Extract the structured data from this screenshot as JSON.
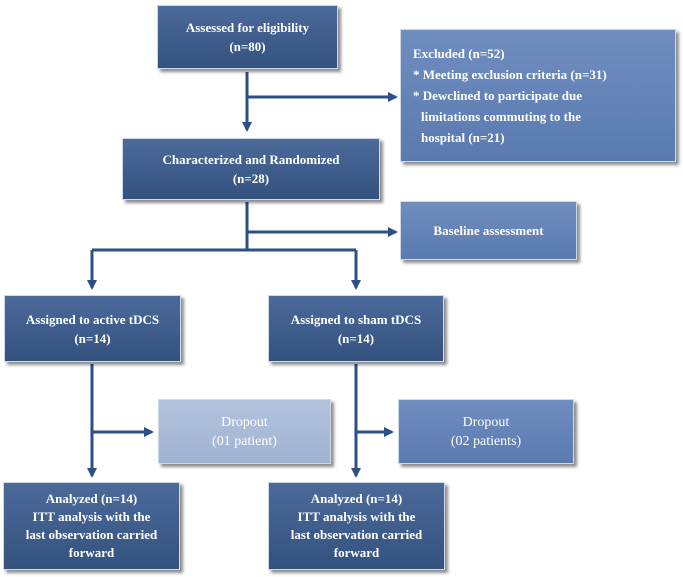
{
  "colors": {
    "box_dark": "#3e5d8d",
    "box_mid": "#6482b8",
    "box_light": "#a9bad7",
    "arrow": "#2c4f86"
  },
  "boxes": {
    "assessed": {
      "line1": "Assessed for eligibility",
      "line2": "(n=80)"
    },
    "excluded": {
      "line1": "Excluded  (n=52)",
      "line2": "* Meeting exclusion criteria  (n=31)",
      "line3": "* Dewclined to participate due",
      "line4": "limitations  commuting  to the",
      "line5": "hospital (n=21)"
    },
    "randomized": {
      "line1": "Characterized  and Randomized",
      "line2": "(n=28)"
    },
    "baseline": {
      "line1": "Baseline assessment"
    },
    "active": {
      "line1": "Assigned to active tDCS",
      "line2": "(n=14)"
    },
    "sham": {
      "line1": "Assigned to sham tDCS",
      "line2": "(n=14)"
    },
    "dropout_active": {
      "line1": "Dropout",
      "line2": "(01 patient)"
    },
    "dropout_sham": {
      "line1": "Dropout",
      "line2": "(02 patients)"
    },
    "analyzed_active": {
      "line1": "Analyzed  (n=14)",
      "line2": "ITT analysis with  the",
      "line3": "last observation carried",
      "line4": "forward"
    },
    "analyzed_sham": {
      "line1": "Analyzed  (n=14)",
      "line2": "ITT analysis with  the",
      "line3": "last observation carried",
      "line4": "forward"
    }
  }
}
